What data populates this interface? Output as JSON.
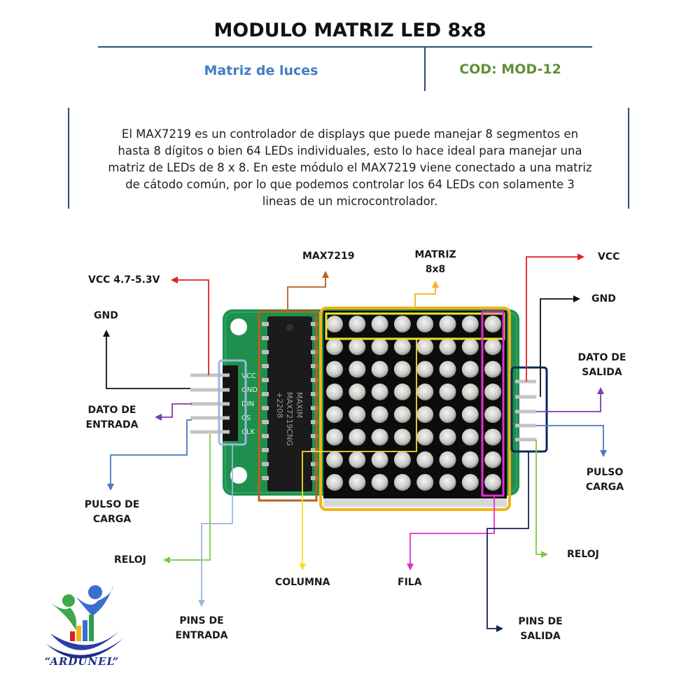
{
  "header": {
    "title": "MODULO MATRIZ LED 8x8",
    "subtitle": "Matriz de luces",
    "code": "COD: MOD-12"
  },
  "description": {
    "lines": [
      "El MAX7219 es un controlador de displays que puede manejar 8 segmentos en",
      "hasta 8 dígitos o bien 64 LEDs individuales, esto lo hace ideal para manejar una",
      "matriz de LEDs de 8 x 8. En este módulo el MAX7219 viene conectado  a una matriz",
      "de cátodo común, por lo que  podemos controlar los 64 LEDs con solamente 3",
      "lineas de un microcontrolador."
    ]
  },
  "chip": {
    "brand": "MAXIM",
    "part": "MAX7219CNG",
    "batch": "+2208"
  },
  "pin_labels": [
    "VCC",
    "GND",
    "DIN",
    "CS",
    "CLK"
  ],
  "labels": {
    "vcc_in": "VCC 4.7-5.3V",
    "gnd_in": "GND",
    "data_in": [
      "DATO DE",
      "ENTRADA"
    ],
    "load_in": [
      "PULSO DE",
      "CARGA"
    ],
    "clock_in": "RELOJ",
    "pins_in": [
      "PINS DE",
      "ENTRADA"
    ],
    "max7219": "MAX7219",
    "matrix": [
      "MATRIZ",
      "8x8"
    ],
    "column": "COLUMNA",
    "row": "FILA",
    "vcc_out": "VCC",
    "gnd_out": "GND",
    "data_out": [
      "DATO DE",
      "SALIDA"
    ],
    "load_out": [
      "PULSO",
      "CARGA"
    ],
    "clock_out": "RELOJ",
    "pins_out": [
      "PINS DE",
      "SALIDA"
    ]
  },
  "matrix": {
    "rows": 8,
    "cols": 8
  },
  "logo": {
    "name": "“ARDUNEL”"
  },
  "colors": {
    "vcc": "#e02020",
    "gnd": "#111111",
    "data": "#7a3fb0",
    "load": "#4a78c0",
    "clock": "#7cc84a",
    "pins_in": "#9ab8e0",
    "pins_out": "#10255a",
    "max7219": "#b8601c",
    "matrix": "#f2b21a",
    "column": "#f0e22a",
    "row": "#e030d0",
    "pcb": "#1f8f4e"
  }
}
